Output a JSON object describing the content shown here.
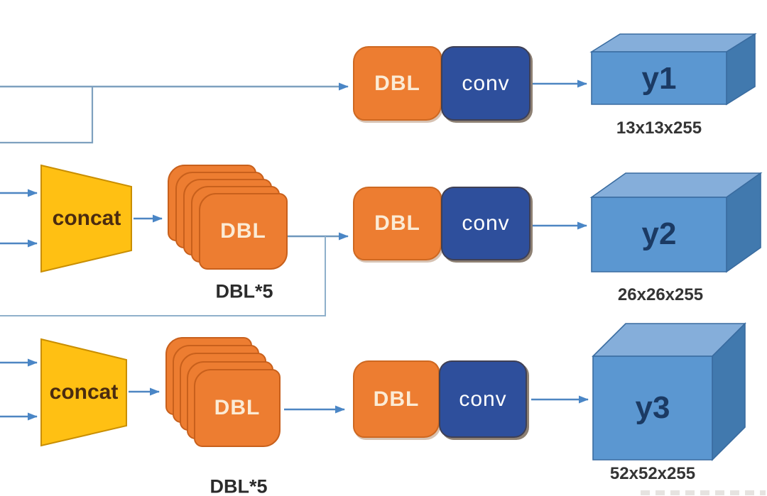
{
  "labels": {
    "dbl": "DBL",
    "conv": "conv",
    "concat": "concat",
    "dbl_x5": "DBL*5"
  },
  "rows": [
    {
      "output_label": "y1",
      "output_dims": "13x13x255"
    },
    {
      "output_label": "y2",
      "output_dims": "26x26x255"
    },
    {
      "output_label": "y3",
      "output_dims": "52x52x255"
    }
  ],
  "colors": {
    "block_orange": "#ED7D31",
    "block_orange_border": "#C8601C",
    "block_blue": "#2E4F9C",
    "concat_yellow": "#FFC013",
    "concat_border": "#C98E00",
    "cuboid_top": "#85AEDA",
    "cuboid_front": "#5B97D1",
    "cuboid_side": "#4179AE",
    "cuboid_edge": "#3A6CA0",
    "arrow_blue": "#4A86C6",
    "line_gray_blue": "#7EA0BF"
  }
}
